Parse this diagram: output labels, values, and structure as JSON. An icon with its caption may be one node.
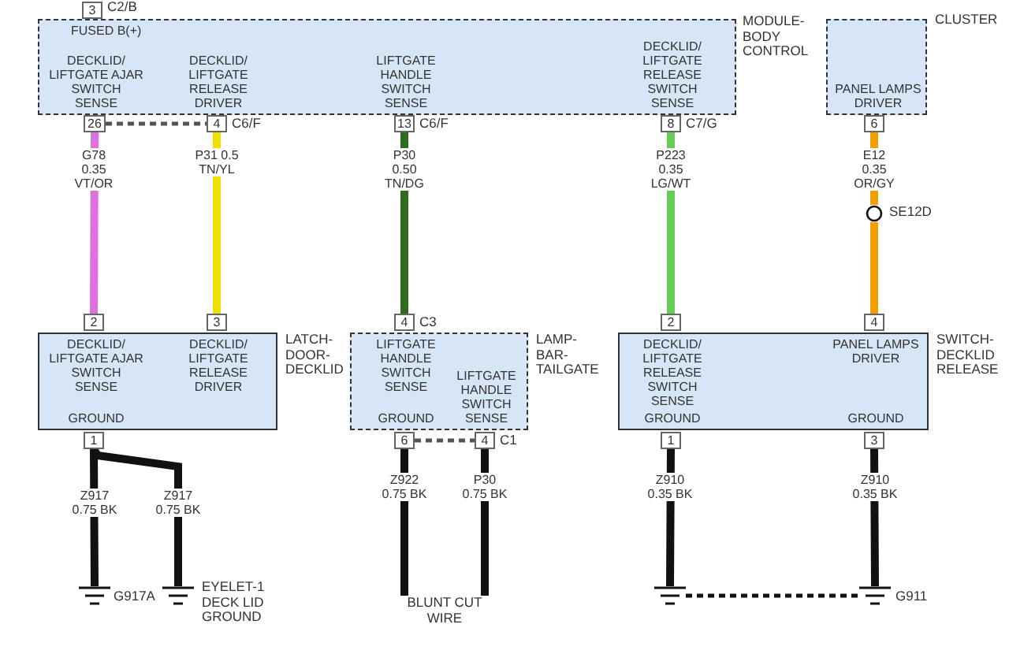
{
  "diagram": {
    "nodes": [
      {
        "text": [
          "FUSED B(+)",
          "DECKLID/ LIFTGATE AJAR SWITCH SENSE",
          "DECKLID/ LIFTGATE RELEASE DRIVER",
          "LIFTGATE HANDLE SWITCH SENSE",
          "DECKLID/ LIFTGATE RELEASE SWITCH SENSE"
        ],
        "beside": [
          "MODULE- BODY CONTROL"
        ]
      },
      {
        "text": [
          "3"
        ],
        "beside": [
          "C2/B"
        ]
      },
      {
        "text": [
          "26"
        ]
      },
      {
        "text": [
          "4"
        ],
        "beside": [
          "C6/F"
        ]
      },
      {
        "text": [
          "13"
        ],
        "beside": [
          "C6/F"
        ]
      },
      {
        "text": [
          "8"
        ],
        "beside": [
          "C7/G"
        ]
      },
      {
        "text": [
          "PANEL LAMPS DRIVER"
        ],
        "beside": [
          "CLUSTER"
        ]
      },
      {
        "text": [
          "6"
        ]
      },
      {
        "text": [],
        "shape": "circle",
        "beside": [
          "SE12D"
        ]
      },
      {
        "text": [
          "DECKLID/ LIFTGATE AJAR SWITCH SENSE",
          "DECKLID/ LIFTGATE RELEASE DRIVER",
          "GROUND"
        ],
        "beside": [
          "LATCH- DOOR- DECKLID"
        ]
      },
      {
        "text": [
          "2"
        ]
      },
      {
        "text": [
          "3"
        ]
      },
      {
        "text": [
          "1"
        ]
      },
      {
        "text": [
          "LIFTGATE HANDLE SWITCH SENSE",
          "GROUND",
          "LIFTGATE HANDLE SWITCH SENSE"
        ],
        "beside": [
          "LAMP- BAR- TAILGATE"
        ]
      },
      {
        "text": [
          "4"
        ],
        "beside": [
          "C3"
        ]
      },
      {
        "text": [
          "6"
        ]
      },
      {
        "text": [
          "4"
        ],
        "beside": [
          "C1"
        ]
      },
      {
        "text": [
          "DECKLID/ LIFTGATE RELEASE SWITCH SENSE",
          "PANEL LAMPS DRIVER",
          "GROUND",
          "GROUND"
        ],
        "beside": [
          "SWITCH- DECKLID RELEASE"
        ]
      },
      {
        "text": [
          "2"
        ]
      },
      {
        "text": [
          "4"
        ]
      },
      {
        "text": [
          "1"
        ]
      },
      {
        "text": [
          "3"
        ]
      },
      {
        "text": [],
        "shape": "ground",
        "beside": [
          "G917A"
        ]
      },
      {
        "text": [],
        "shape": "ground",
        "beside": [
          "EYELET-1 DECK LID GROUND"
        ]
      },
      {
        "text": [
          "BLUNT CUT WIRE"
        ]
      },
      {
        "text": [],
        "shape": "ground"
      },
      {
        "text": [],
        "shape": "ground",
        "beside": [
          "G911"
        ]
      }
    ],
    "edges": [
      {
        "from": 2,
        "to": 10,
        "arrow": "none",
        "label": "G78 0.35 VT/OR",
        "color": "#e070e0"
      },
      {
        "from": 3,
        "to": 11,
        "arrow": "none",
        "label": "P31 0.5 TN/YL",
        "color": "#f0e000"
      },
      {
        "from": 4,
        "to": 14,
        "arrow": "none",
        "label": "P30 0.50 TN/DG",
        "color": "#2e6b1e"
      },
      {
        "from": 5,
        "to": 18,
        "arrow": "none",
        "label": "P223 0.35 LG/WT",
        "color": "#66cc55"
      },
      {
        "from": 7,
        "to": 8,
        "arrow": "none",
        "label": "E12 0.35 OR/GY",
        "color": "#f0a000"
      },
      {
        "from": 8,
        "to": 19,
        "arrow": "none",
        "color": "#f0a000"
      },
      {
        "from": 12,
        "to": 22,
        "arrow": "none",
        "label": "Z917 0.75 BK"
      },
      {
        "from": 12,
        "to": 23,
        "arrow": "none",
        "label": "Z917 0.75 BK"
      },
      {
        "from": 15,
        "to": 24,
        "arrow": "none",
        "label": "Z922 0.75 BK"
      },
      {
        "from": 16,
        "to": 24,
        "arrow": "none",
        "label": "P30 0.75 BK"
      },
      {
        "from": 20,
        "to": 25,
        "arrow": "none",
        "label": "Z910 0.35 BK"
      },
      {
        "from": 21,
        "to": 26,
        "arrow": "none",
        "label": "Z910 0.35 BK"
      },
      {
        "from": 25,
        "to": 26,
        "arrow": "none",
        "style": "dashed"
      },
      {
        "from": 2,
        "to": 3,
        "arrow": "none",
        "style": "dashed",
        "color": "#555555"
      },
      {
        "from": 15,
        "to": 16,
        "arrow": "none",
        "style": "dashed",
        "color": "#555555"
      }
    ]
  }
}
